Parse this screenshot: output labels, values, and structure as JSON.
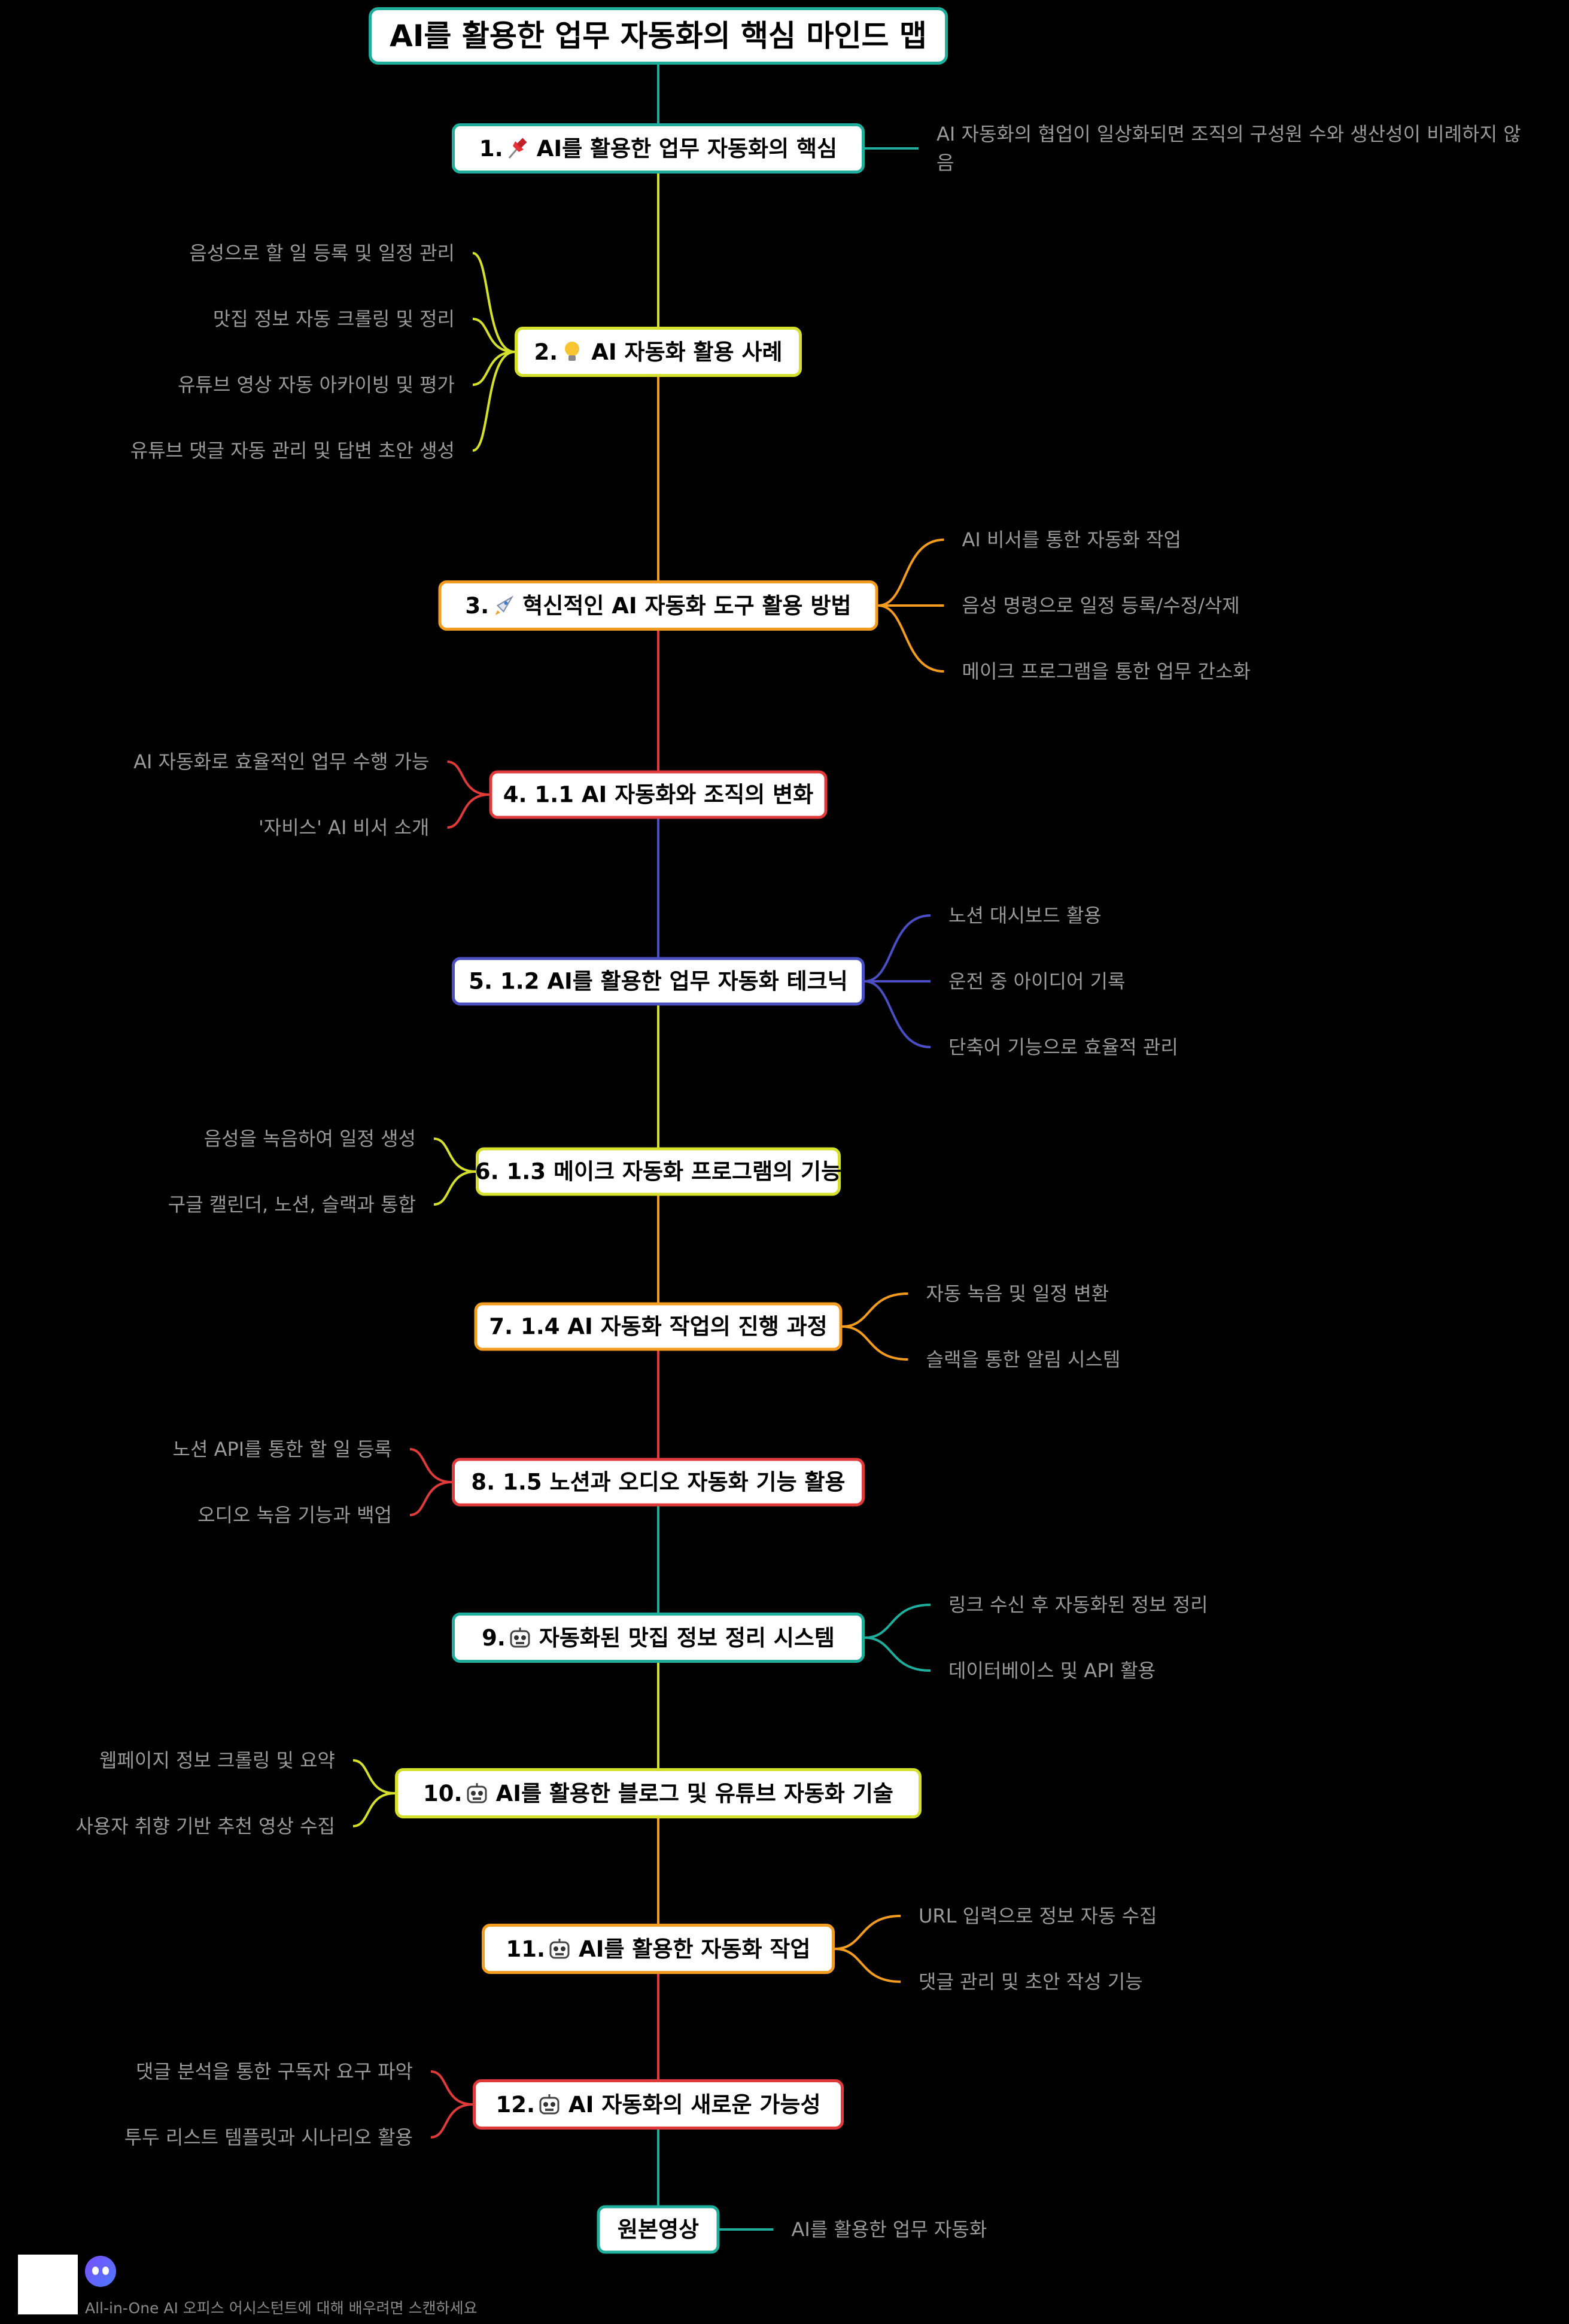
{
  "root": {
    "label": "AI를 활용한 업무 자동화의 핵심 마인드 맵",
    "color": "#1fae9c"
  },
  "branches": [
    {
      "label": "1. 📌 AI를 활용한 업무 자동화의 핵심",
      "color": "#1fae9c",
      "icon": "pushpin-icon",
      "side": "right",
      "leaves": [
        "AI 자동화의 협업이 일상화되면 조직의 구성원 수와 생산성이 비례하지 않음"
      ]
    },
    {
      "label": "2. 💡 AI 자동화 활용 사례",
      "color": "#d4e02b",
      "icon": "lightbulb-icon",
      "side": "left",
      "leaves": [
        "음성으로 할 일 등록 및 일정 관리",
        "맛집 정보 자동 크롤링 및 정리",
        "유튜브 영상 자동 아카이빙 및 평가",
        "유튜브 댓글 자동 관리 및 답변 초안 생성"
      ]
    },
    {
      "label": "3. 🚀 혁신적인 AI 자동화 도구 활용 방법",
      "color": "#f39c1f",
      "icon": "rocket-icon",
      "side": "right",
      "leaves": [
        "AI 비서를 통한 자동화 작업",
        "음성 명령으로 일정 등록/수정/삭제",
        "메이크 프로그램을 통한 업무 간소화"
      ]
    },
    {
      "label": "4. 1.1 AI 자동화와 조직의 변화",
      "color": "#e03a3a",
      "icon": "",
      "side": "left",
      "leaves": [
        "AI 자동화로 효율적인 업무 수행 가능",
        "'자비스' AI 비서 소개"
      ]
    },
    {
      "label": "5. 1.2 AI를 활용한 업무 자동화 테크닉",
      "color": "#4a4fc4",
      "icon": "",
      "side": "right",
      "leaves": [
        "노션 대시보드 활용",
        "운전 중 아이디어 기록",
        "단축어 기능으로 효율적 관리"
      ]
    },
    {
      "label": "6. 1.3 메이크 자동화 프로그램의 기능",
      "color": "#d4e02b",
      "icon": "",
      "side": "left",
      "leaves": [
        "음성을 녹음하여 일정 생성",
        "구글 캘린더, 노션, 슬랙과 통합"
      ]
    },
    {
      "label": "7. 1.4 AI 자동화 작업의 진행 과정",
      "color": "#f39c1f",
      "icon": "",
      "side": "right",
      "leaves": [
        "자동 녹음 및 일정 변환",
        "슬랙을 통한 알림 시스템"
      ]
    },
    {
      "label": "8. 1.5 노션과 오디오 자동화 기능 활용",
      "color": "#e03a3a",
      "icon": "",
      "side": "left",
      "leaves": [
        "노션 API를 통한 할 일 등록",
        "오디오 녹음 기능과 백업"
      ]
    },
    {
      "label": "9. 🤖 자동화된 맛집 정보 정리 시스템",
      "color": "#1fae9c",
      "icon": "robot-icon",
      "side": "right",
      "leaves": [
        "링크 수신 후 자동화된 정보 정리",
        "데이터베이스 및 API 활용"
      ]
    },
    {
      "label": "10. 🤖 AI를 활용한 블로그 및 유튜브 자동화 기술",
      "color": "#d4e02b",
      "icon": "robot-icon",
      "side": "left",
      "leaves": [
        "웹페이지 정보 크롤링 및 요약",
        "사용자 취향 기반 추천 영상 수집"
      ]
    },
    {
      "label": "11. 🤖 AI를 활용한 자동화 작업",
      "color": "#f39c1f",
      "icon": "robot-icon",
      "side": "right",
      "leaves": [
        "URL 입력으로 정보 자동 수집",
        "댓글 관리 및 초안 작성 기능"
      ]
    },
    {
      "label": "12. 🤖 AI 자동화의 새로운 가능성",
      "color": "#e03a3a",
      "icon": "robot-icon",
      "side": "left",
      "leaves": [
        "댓글 분석을 통한 구독자 요구 파악",
        "투두 리스트 템플릿과 시나리오 활용"
      ]
    },
    {
      "label": "원본영상",
      "color": "#1fae9c",
      "icon": "",
      "side": "right",
      "leaves": [
        "AI를 활용한 업무 자동화"
      ]
    }
  ],
  "footer": {
    "text": "All-in-One AI 오피스 어시스턴트에 대해 배우려면 스캔하세요"
  }
}
